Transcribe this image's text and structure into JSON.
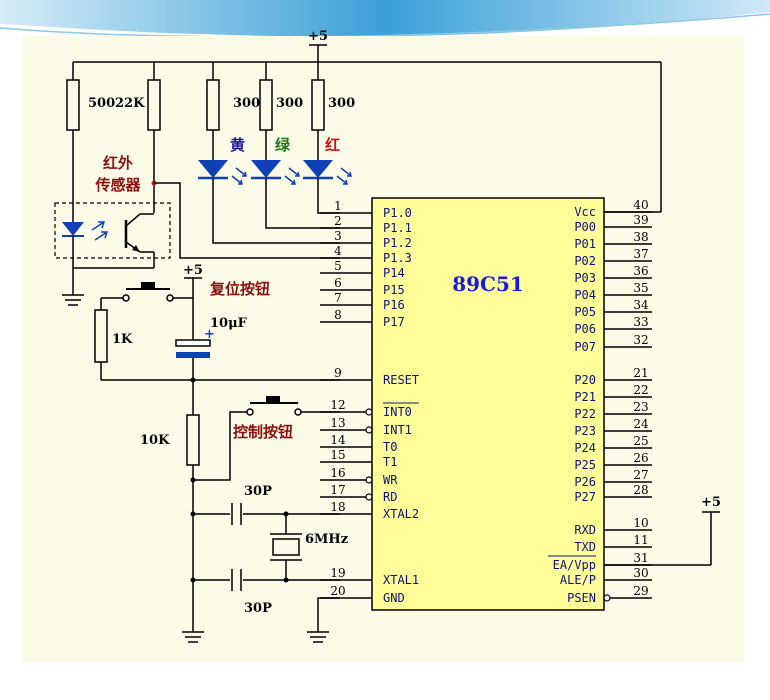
{
  "chip": {
    "name": "89C51"
  },
  "power": {
    "top": "+5",
    "reset": "+5",
    "right": "+5"
  },
  "components": {
    "r500": "500",
    "r22k": "22K",
    "r300": [
      "300",
      "300",
      "300"
    ],
    "r1k": "1K",
    "r10k": "10K",
    "c_reset": "10μF",
    "c30a": "30P",
    "c30b": "30P",
    "crystal": "6MHz"
  },
  "labels": {
    "ir_sensor_1": "红外",
    "ir_sensor_2": "传感器",
    "reset_button": "复位按钮",
    "control_button": "控制按钮",
    "led_yellow": "黄",
    "led_green": "绿",
    "led_red": "红"
  },
  "left_pins": [
    {
      "num": "1",
      "name": "P1.0"
    },
    {
      "num": "2",
      "name": "P1.1"
    },
    {
      "num": "3",
      "name": "P1.2"
    },
    {
      "num": "4",
      "name": "P1.3"
    },
    {
      "num": "5",
      "name": "P14"
    },
    {
      "num": "6",
      "name": "P15"
    },
    {
      "num": "7",
      "name": "P16"
    },
    {
      "num": "8",
      "name": "P17"
    },
    {
      "num": "9",
      "name": "RESET"
    },
    {
      "num": "12",
      "name": "INT0"
    },
    {
      "num": "13",
      "name": "INT1"
    },
    {
      "num": "14",
      "name": "T0"
    },
    {
      "num": "15",
      "name": "T1"
    },
    {
      "num": "16",
      "name": "WR"
    },
    {
      "num": "17",
      "name": "RD"
    },
    {
      "num": "18",
      "name": "XTAL2"
    },
    {
      "num": "19",
      "name": "XTAL1"
    },
    {
      "num": "20",
      "name": "GND"
    }
  ],
  "right_pins": [
    {
      "num": "40",
      "name": "Vcc"
    },
    {
      "num": "39",
      "name": "P00"
    },
    {
      "num": "38",
      "name": "P01"
    },
    {
      "num": "37",
      "name": "P02"
    },
    {
      "num": "36",
      "name": "P03"
    },
    {
      "num": "35",
      "name": "P04"
    },
    {
      "num": "34",
      "name": "P05"
    },
    {
      "num": "33",
      "name": "P06"
    },
    {
      "num": "32",
      "name": "P07"
    },
    {
      "num": "21",
      "name": "P20"
    },
    {
      "num": "22",
      "name": "P21"
    },
    {
      "num": "23",
      "name": "P22"
    },
    {
      "num": "24",
      "name": "P23"
    },
    {
      "num": "25",
      "name": "P24"
    },
    {
      "num": "26",
      "name": "P25"
    },
    {
      "num": "27",
      "name": "P26"
    },
    {
      "num": "28",
      "name": "P27"
    },
    {
      "num": "10",
      "name": "RXD"
    },
    {
      "num": "11",
      "name": "TXD"
    },
    {
      "num": "31",
      "name": "EA/Vpp"
    },
    {
      "num": "30",
      "name": "ALE/P"
    },
    {
      "num": "29",
      "name": "PSEN"
    }
  ],
  "colors": {
    "chip_fill": "#ffff99",
    "chip_title": "#1a1ae0",
    "led": "#1040b8",
    "label_red": "#8b1010",
    "yellow_label": "#1a1a9a",
    "green_label": "#1a7a1a",
    "red_label": "#d01010",
    "panel_bg": "#fbfbe8"
  }
}
